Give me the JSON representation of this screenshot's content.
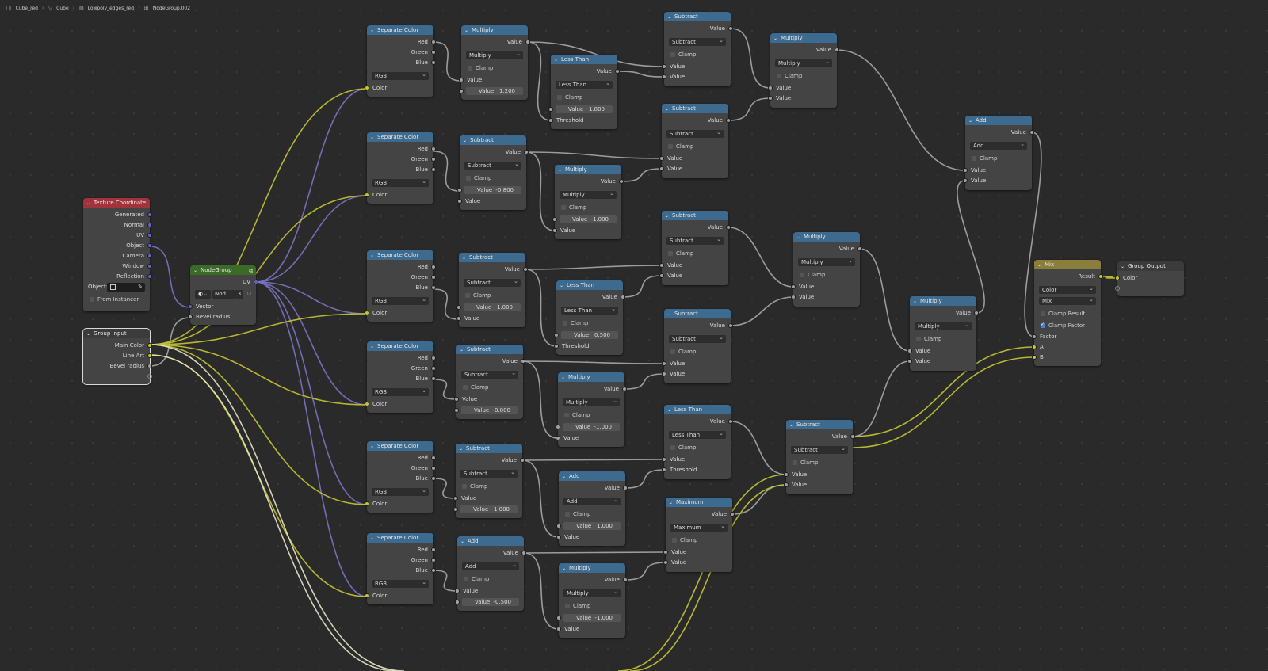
{
  "breadcrumb": [
    "Cube_red",
    "Cube",
    "Lowpoly_edges_red",
    "NodeGroup.002"
  ],
  "colors": {
    "background": "#2a2a2a",
    "node_body": "#444444",
    "math_header": "#3d6b8f",
    "input_header": "#a0333b",
    "group_header": "#3c6b28",
    "mix_header": "#8a7e3c",
    "color_socket": "#c7c729",
    "vector_socket": "#6363c7",
    "float_socket": "#a1a1a1"
  },
  "nodes": {
    "texcoord": {
      "title": "Texture Coordinate",
      "outputs": [
        "Generated",
        "Normal",
        "UV",
        "Object",
        "Camera",
        "Window",
        "Reflection"
      ],
      "object_label": "Object:",
      "from_instancer": "From Instancer"
    },
    "group_input": {
      "title": "Group Input",
      "outputs": [
        "Main Color",
        "Line Art",
        "Bevel radius"
      ]
    },
    "nodegroup": {
      "title": "NodeGroup",
      "output": "UV",
      "name": "Nod...",
      "users": "3",
      "inputs": [
        "Vector",
        "Bevel radius"
      ]
    },
    "sep1": {
      "title": "Separate Color",
      "outputs": [
        "Red",
        "Green",
        "Blue"
      ],
      "mode": "RGB",
      "input": "Color"
    },
    "sep2": {
      "title": "Separate Color",
      "outputs": [
        "Red",
        "Green",
        "Blue"
      ],
      "mode": "RGB",
      "input": "Color"
    },
    "sep3": {
      "title": "Separate Color",
      "outputs": [
        "Red",
        "Green",
        "Blue"
      ],
      "mode": "RGB",
      "input": "Color"
    },
    "sep4": {
      "title": "Separate Color",
      "outputs": [
        "Red",
        "Green",
        "Blue"
      ],
      "mode": "RGB",
      "input": "Color"
    },
    "sep5": {
      "title": "Separate Color",
      "outputs": [
        "Red",
        "Green",
        "Blue"
      ],
      "mode": "RGB",
      "input": "Color"
    },
    "sep6": {
      "title": "Separate Color",
      "outputs": [
        "Red",
        "Green",
        "Blue"
      ],
      "mode": "RGB",
      "input": "Color"
    },
    "m1": {
      "title": "Multiply",
      "out": "Value",
      "op": "Multiply",
      "clamp": "Clamp",
      "in1": "Value",
      "flabel": "Value",
      "fvalue": "1.200"
    },
    "m2": {
      "title": "Subtract",
      "out": "Value",
      "op": "Subtract",
      "clamp": "Clamp",
      "flabel": "Value",
      "fvalue": "-0.800",
      "in2": "Value"
    },
    "m3": {
      "title": "Subtract",
      "out": "Value",
      "op": "Subtract",
      "clamp": "Clamp",
      "flabel": "Value",
      "fvalue": "1.000",
      "in2": "Value"
    },
    "m4": {
      "title": "Subtract",
      "out": "Value",
      "op": "Subtract",
      "clamp": "Clamp",
      "in1": "Value",
      "flabel": "Value",
      "fvalue": "-0.800"
    },
    "m5": {
      "title": "Subtract",
      "out": "Value",
      "op": "Subtract",
      "clamp": "Clamp",
      "in1": "Value",
      "flabel": "Value",
      "fvalue": "1.000"
    },
    "m6": {
      "title": "Add",
      "out": "Value",
      "op": "Add",
      "clamp": "Clamp",
      "in1": "Value",
      "flabel": "Value",
      "fvalue": "-0.500"
    },
    "lt1": {
      "title": "Less Than",
      "out": "Value",
      "op": "Less Than",
      "clamp": "Clamp",
      "flabel": "Value",
      "fvalue": "-1.800",
      "in2": "Threshold"
    },
    "mul2": {
      "title": "Multiply",
      "out": "Value",
      "op": "Multiply",
      "clamp": "Clamp",
      "flabel": "Value",
      "fvalue": "-1.000",
      "in2": "Value"
    },
    "lt3": {
      "title": "Less Than",
      "out": "Value",
      "op": "Less Than",
      "clamp": "Clamp",
      "flabel": "Value",
      "fvalue": "0.500",
      "in2": "Threshold"
    },
    "mul4": {
      "title": "Multiply",
      "out": "Value",
      "op": "Multiply",
      "clamp": "Clamp",
      "flabel": "Value",
      "fvalue": "-1.000",
      "in2": "Value"
    },
    "add5": {
      "title": "Add",
      "out": "Value",
      "op": "Add",
      "clamp": "Clamp",
      "flabel": "Value",
      "fvalue": "1.000",
      "in2": "Value"
    },
    "mul6": {
      "title": "Multiply",
      "out": "Value",
      "op": "Multiply",
      "clamp": "Clamp",
      "flabel": "Value",
      "fvalue": "-1.000",
      "in2": "Value"
    },
    "s1": {
      "title": "Subtract",
      "out": "Value",
      "op": "Subtract",
      "clamp": "Clamp",
      "in1": "Value",
      "in2": "Value"
    },
    "s2": {
      "title": "Subtract",
      "out": "Value",
      "op": "Subtract",
      "clamp": "Clamp",
      "in1": "Value",
      "in2": "Value"
    },
    "s3": {
      "title": "Subtract",
      "out": "Value",
      "op": "Subtract",
      "clamp": "Clamp",
      "in1": "Value",
      "in2": "Value"
    },
    "s4": {
      "title": "Subtract",
      "out": "Value",
      "op": "Subtract",
      "clamp": "Clamp",
      "in1": "Value",
      "in2": "Value"
    },
    "lt5": {
      "title": "Less Than",
      "out": "Value",
      "op": "Less Than",
      "clamp": "Clamp",
      "in1": "Value",
      "in2": "Threshold"
    },
    "max6": {
      "title": "Maximum",
      "out": "Value",
      "op": "Maximum",
      "clamp": "Clamp",
      "in1": "Value",
      "in2": "Value"
    },
    "ma": {
      "title": "Multiply",
      "out": "Value",
      "op": "Multiply",
      "clamp": "Clamp",
      "in1": "Value",
      "in2": "Value"
    },
    "mb": {
      "title": "Multiply",
      "out": "Value",
      "op": "Multiply",
      "clamp": "Clamp",
      "in1": "Value",
      "in2": "Value"
    },
    "sc": {
      "title": "Subtract",
      "out": "Value",
      "op": "Subtract",
      "clamp": "Clamp",
      "in1": "Value",
      "in2": "Value"
    },
    "add": {
      "title": "Add",
      "out": "Value",
      "op": "Add",
      "clamp": "Clamp",
      "in1": "Value",
      "in2": "Value"
    },
    "mfin": {
      "title": "Multiply",
      "out": "Value",
      "op": "Multiply",
      "clamp": "Clamp",
      "in1": "Value",
      "in2": "Value"
    },
    "mix": {
      "title": "Mix",
      "out": "Result",
      "type": "Color",
      "blend": "Mix",
      "clamp_result": "Clamp Result",
      "clamp_factor": "Clamp Factor",
      "inputs": [
        "Factor",
        "A",
        "B"
      ]
    },
    "group_output": {
      "title": "Group Output",
      "input": "Color"
    }
  }
}
